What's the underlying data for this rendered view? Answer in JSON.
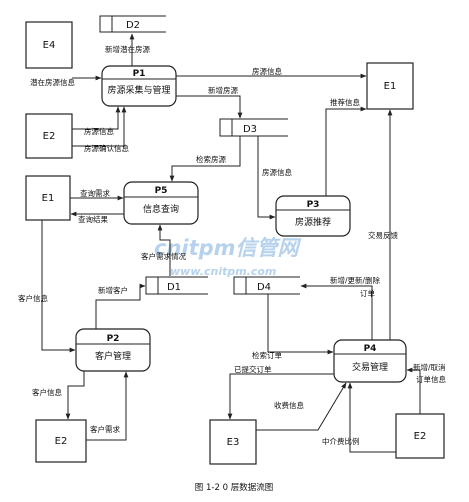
{
  "watermark": {
    "main": "cnitpm信管网",
    "url": "www.cnitpm.com"
  },
  "caption": "图 1-2 0 层数据流图",
  "entities": {
    "E4": "E4",
    "E2a": "E2",
    "E1a": "E1",
    "E1b": "E1",
    "E2b": "E2",
    "E3": "E3",
    "E2c": "E2"
  },
  "processes": {
    "P1": {
      "id": "P1",
      "name": "房源采集与管理"
    },
    "P2": {
      "id": "P2",
      "name": "客户管理"
    },
    "P3": {
      "id": "P3",
      "name": "房源推荐"
    },
    "P4": {
      "id": "P4",
      "name": "交易管理"
    },
    "P5": {
      "id": "P5",
      "name": "信息查询"
    }
  },
  "stores": {
    "D1": "D1",
    "D2": "D2",
    "D3": "D3",
    "D4": "D4"
  },
  "flows": {
    "new_potential": "新增潜在房源",
    "potential_info": "潜在房源信息",
    "house_info_top": "房源信息",
    "new_house": "新增房源",
    "house_info_e2": "房源信息",
    "house_confirm": "房源确认信息",
    "recommend_info": "推荐信息",
    "search_house": "检索房源",
    "house_info_d3p3": "房源信息",
    "query_req": "查询需求",
    "query_result": "查询结果",
    "customer_req_status": "客户需求情况",
    "trade_feedback": "交易反馈",
    "customer_info_e1": "客户信息",
    "new_customer": "新增客户",
    "order_crud_1": "新增/更新/删除",
    "order_crud_2": "订单",
    "search_order": "检索订单",
    "submitted_order": "已提交订单",
    "fee_info": "收费信息",
    "customer_info_e2": "客户信息",
    "customer_req": "客户需求",
    "agent_ratio": "中介费比例",
    "new_cancel_1": "新增/取消",
    "new_cancel_2": "订单信息"
  }
}
